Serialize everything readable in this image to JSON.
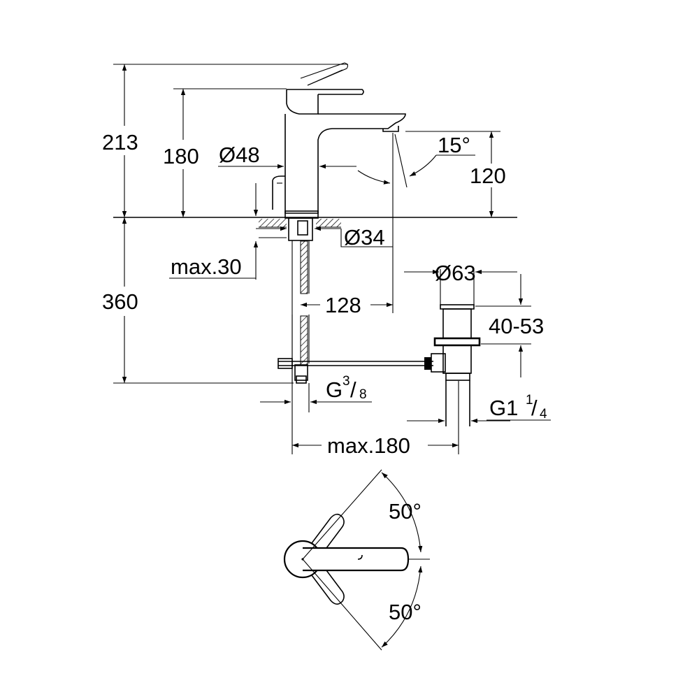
{
  "dimensions": {
    "total_height": "213",
    "spout_height": "180",
    "body_diameter": "Ø48",
    "outlet_height": "120",
    "spray_angle": "15°",
    "hole_diameter": "Ø34",
    "max_counter": "max.30",
    "below_counter": "360",
    "reach": "128",
    "waste_diameter": "Ø63",
    "waste_range": "40-53",
    "connection": {
      "base": "G",
      "num": "3",
      "den": "8"
    },
    "waste_thread": {
      "base": "G1",
      "num": "1",
      "den": "4"
    },
    "max_width": "max.180"
  },
  "top_view": {
    "angle_upper": "50°",
    "angle_lower": "50°"
  }
}
